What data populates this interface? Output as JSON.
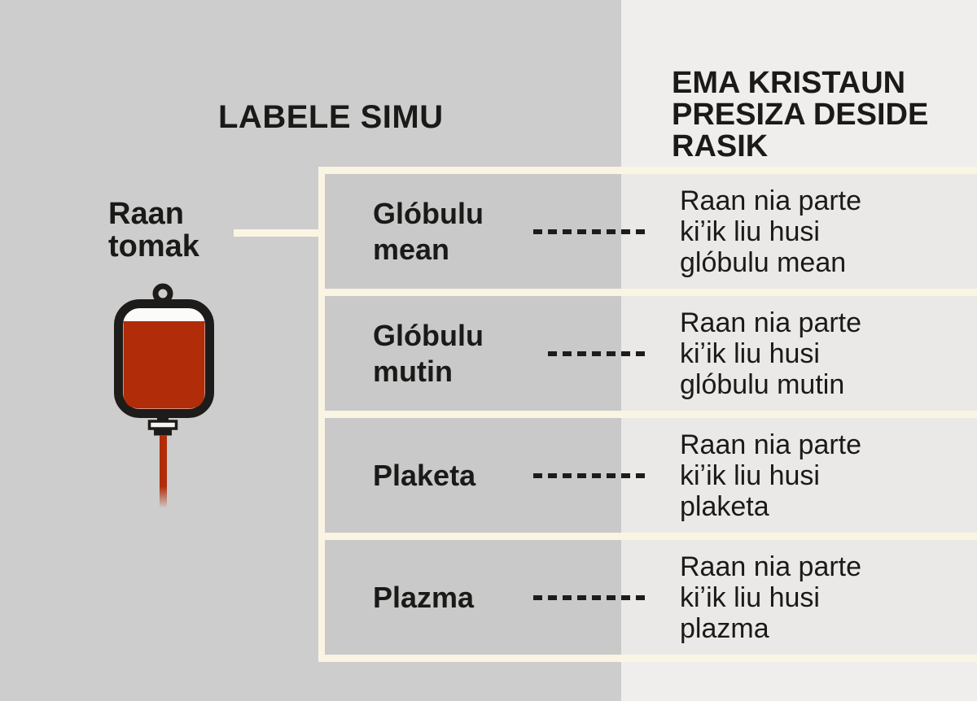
{
  "colors": {
    "background_left": "#cdcdcd",
    "background_right": "#efeeec",
    "divider_cream": "#faf4e3",
    "text": "#1a1a18",
    "blood_red": "#b12c09",
    "outline_black": "#1d1c1a"
  },
  "headers": {
    "left_column": "LABELE SIMU",
    "right_column": "EMA KRISTAUN\nPRESIZA DESIDE\nRASIK"
  },
  "source": {
    "label": "Raan\ntomak",
    "icon": "blood-bag-icon",
    "connector_icon": "line-connector"
  },
  "rows": [
    {
      "term": "Glóbulu\nmean",
      "connector_icon": "dashed-line",
      "dashes": 8,
      "description": "Raan nia parte\nkiʼik liu husi\nglóbulu mean"
    },
    {
      "term": "Glóbulu\nmutin",
      "connector_icon": "dashed-line",
      "dashes": 7,
      "description": "Raan nia parte\nkiʼik liu husi\nglóbulu mutin"
    },
    {
      "term": "Plaketa",
      "connector_icon": "dashed-line",
      "dashes": 8,
      "description": "Raan nia parte\nkiʼik liu husi\nplaketa"
    },
    {
      "term": "Plazma",
      "connector_icon": "dashed-line",
      "dashes": 8,
      "description": "Raan nia parte\nkiʼik liu husi\nplazma"
    }
  ]
}
